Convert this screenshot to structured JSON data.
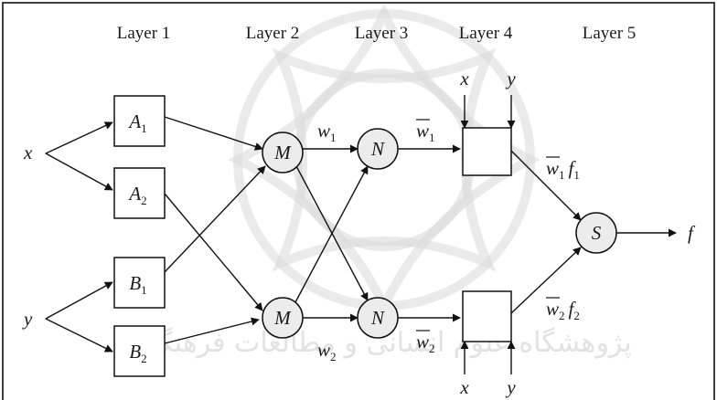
{
  "layers": [
    "Layer 1",
    "Layer 2",
    "Layer 3",
    "Layer 4",
    "Layer 5"
  ],
  "inputs": {
    "x": "x",
    "y": "y"
  },
  "output": "f",
  "layer1": [
    {
      "base": "A",
      "sub": "1"
    },
    {
      "base": "A",
      "sub": "2"
    },
    {
      "base": "B",
      "sub": "1"
    },
    {
      "base": "B",
      "sub": "2"
    }
  ],
  "layer2_nodes": [
    "M",
    "M"
  ],
  "layer3_nodes": [
    "N",
    "N"
  ],
  "layer5_node": "S",
  "weights": {
    "w1": {
      "base": "w",
      "sub": "1"
    },
    "w2": {
      "base": "w",
      "sub": "2"
    },
    "wbar1": {
      "base": "w",
      "sub": "1"
    },
    "wbar2": {
      "base": "w",
      "sub": "2"
    }
  },
  "layer4_inputs": {
    "top_x": "x",
    "top_y": "y",
    "bottom_x": "x",
    "bottom_y": "y"
  },
  "products": [
    {
      "base": "w",
      "sub": "1",
      "f": "f",
      "fsub": "1"
    },
    {
      "base": "w",
      "sub": "2",
      "f": "f",
      "fsub": "2"
    }
  ],
  "watermark": "پژوهشگاه علوم انسانی و مطالعات فرهنگی",
  "colors": {
    "node_fill": "#ececec",
    "stroke": "#111111",
    "watermark": "#d9d9d9"
  }
}
